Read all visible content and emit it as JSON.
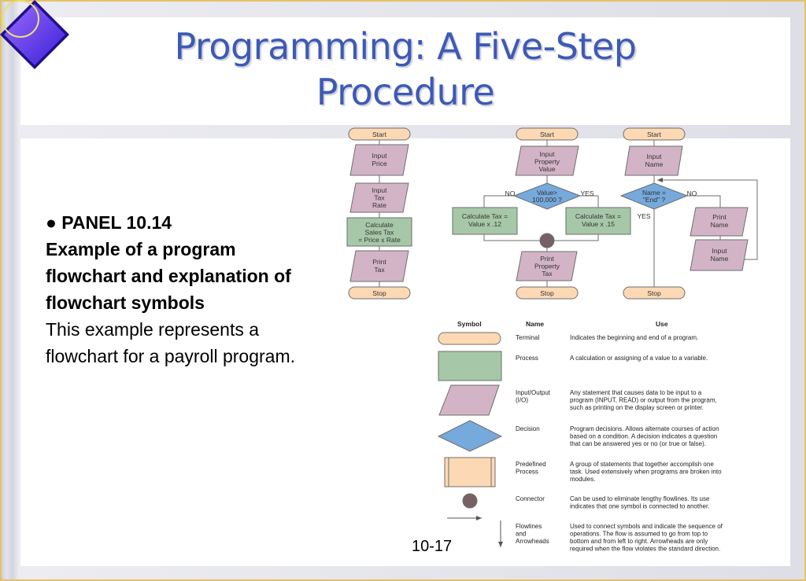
{
  "slide": {
    "title": "Programming: A Five-Step Procedure",
    "title_line1": "Programming: A Five-Step",
    "title_line2": "Procedure",
    "panel_heading": "● PANEL 10.14",
    "panel_subheading": "Example of a program flowchart and explanation of flowchart symbols",
    "panel_description": "This example represents a flowchart for a payroll program.",
    "page_number": "10-17"
  },
  "flowchart_1": {
    "start": "Start",
    "input_price": "Input\nPrice",
    "input_tax_rate": "Input\nTax\nRate",
    "calculate_sales_tax": "Calculate\nSales Tax\n= Price x Rate",
    "print_tax": "Print\nTax",
    "stop": "Stop"
  },
  "flowchart_2": {
    "start": "Start",
    "input_property_value": "Input\nProperty\nValue",
    "decision": "Value>\n100,000 ?",
    "no_label": "NO",
    "yes_label": "YES",
    "calc_low": "Calculate Tax =\nValue x .12",
    "calc_high": "Calculate Tax =\nValue x .15",
    "print_property_tax": "Print\nProperty\nTax",
    "stop": "Stop"
  },
  "flowchart_3": {
    "start": "Start",
    "input_name": "Input\nName",
    "decision": "Name =\n\"End\" ?",
    "no_label": "NO",
    "yes_label": "YES",
    "print_name": "Print\nName",
    "input_name_2": "Input\nName",
    "stop": "Stop"
  },
  "symbol_table": {
    "headers": [
      "Symbol",
      "Name",
      "Use"
    ],
    "rows": [
      {
        "symbol": "terminal",
        "name": "Terminal",
        "use": "Indicates the beginning and end of a program."
      },
      {
        "symbol": "process",
        "name": "Process",
        "use": "A calculation or assigning of a value to a variable."
      },
      {
        "symbol": "io",
        "name": "Input/Output\n(I/O)",
        "use": "Any statement that causes data to be input to a\nprogram (INPUT, READ) or output from the program,\nsuch as printing on the display screen or printer."
      },
      {
        "symbol": "decision",
        "name": "Decision",
        "use": "Program decisions. Allows alternate courses of action\nbased on a condition. A decision indicates a question\nthat can be answered yes or no (or true or false)."
      },
      {
        "symbol": "predefined",
        "name": "Predefined\nProcess",
        "use": "A group of statements that together accomplish one\ntask. Used extensively when programs are broken into\nmodules."
      },
      {
        "symbol": "connector",
        "name": "Connector",
        "use": "Can be used to eliminate lengthy flowlines. Its use\nindicates that one symbol is connected to another."
      },
      {
        "symbol": "flowlines",
        "name": "Flowlines\nand\nArrowheads",
        "use": "Used to connect symbols and indicate the sequence of\noperations. The flow is assumed to go from top to\nbottom and from left to right. Arrowheads are only\nrequired when the flow violates the standard direction."
      }
    ]
  },
  "colors": {
    "title": "#3d5ab5",
    "terminal_fill": "#fcd9b4",
    "process_fill": "#a7c8a8",
    "io_fill": "#d3b4c6",
    "decision_fill": "#76a9dc",
    "connector_fill": "#776063",
    "predefined_fill": "#fcd9b4",
    "accent_gold": "#e5c26a"
  }
}
